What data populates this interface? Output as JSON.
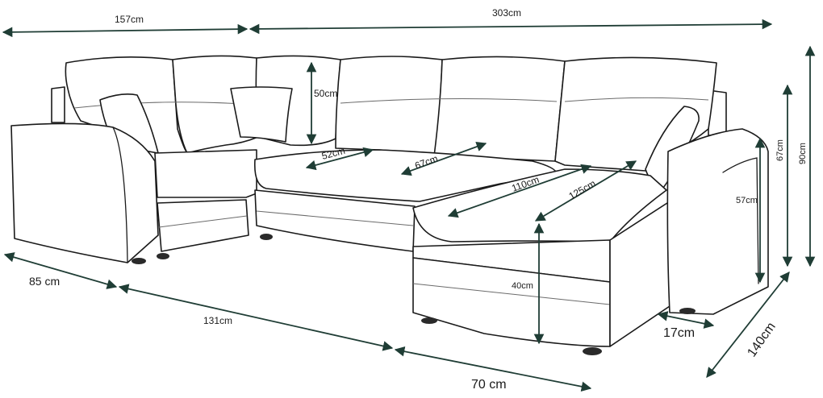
{
  "figure": {
    "subject": "U-shaped corner sofa with dimension lines",
    "accent_color": "#1f3d35"
  },
  "dimensions": {
    "top_left_width": "157cm",
    "top_right_width": "303cm",
    "backrest_height": "50cm",
    "seat_depth_left": "52cm",
    "seat_depth_middle": "67cm",
    "chaise_inner_length": "110cm",
    "chaise_outer_length": "125cm",
    "arm_height": "57cm",
    "seat_height": "40cm",
    "back_height": "67cm",
    "total_height": "90cm",
    "arm_depth": "85 cm",
    "front_length": "131cm",
    "chaise_width": "70 cm",
    "arm_width": "17cm",
    "total_depth": "140cm"
  }
}
